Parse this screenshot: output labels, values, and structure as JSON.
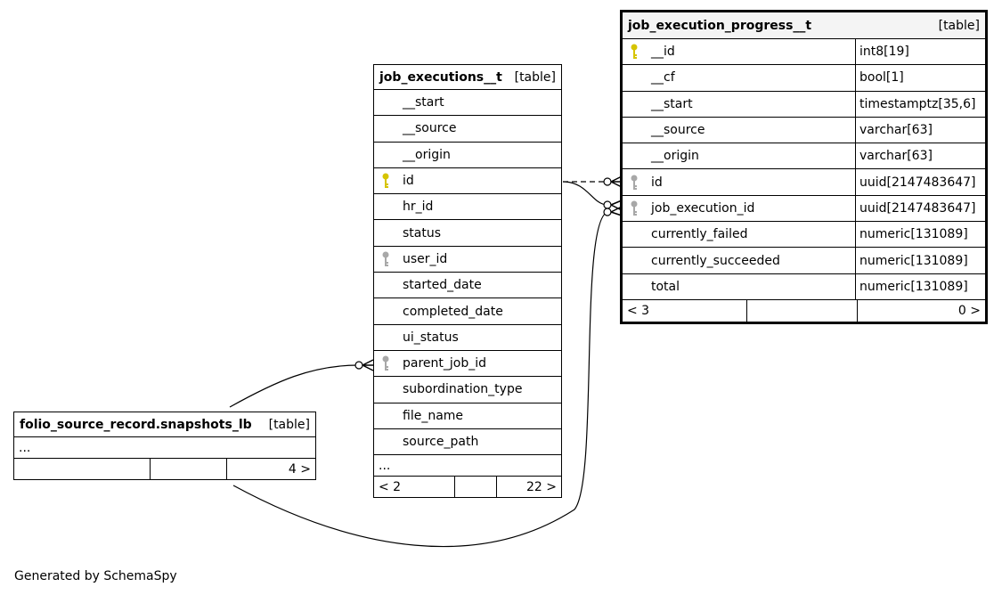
{
  "footer_text": "Generated by SchemaSpy",
  "key_colors": {
    "primary": "#d6c400",
    "foreign": "#a8a8a8"
  },
  "tables": {
    "job_executions": {
      "name": "job_executions__t",
      "kind": "[table]",
      "columns": [
        {
          "name": "__start",
          "key": "none"
        },
        {
          "name": "__source",
          "key": "none"
        },
        {
          "name": "__origin",
          "key": "none"
        },
        {
          "name": "id",
          "key": "primary"
        },
        {
          "name": "hr_id",
          "key": "none"
        },
        {
          "name": "status",
          "key": "none"
        },
        {
          "name": "user_id",
          "key": "foreign"
        },
        {
          "name": "started_date",
          "key": "none"
        },
        {
          "name": "completed_date",
          "key": "none"
        },
        {
          "name": "ui_status",
          "key": "none"
        },
        {
          "name": "parent_job_id",
          "key": "foreign"
        },
        {
          "name": "subordination_type",
          "key": "none"
        },
        {
          "name": "file_name",
          "key": "none"
        },
        {
          "name": "source_path",
          "key": "none"
        }
      ],
      "ellipsis": "...",
      "footer": {
        "left": "< 2",
        "middle": "",
        "right": "22 >"
      }
    },
    "job_execution_progress": {
      "name": "job_execution_progress__t",
      "kind": "[table]",
      "columns": [
        {
          "name": "__id",
          "type": "int8[19]",
          "key": "primary"
        },
        {
          "name": "__cf",
          "type": "bool[1]",
          "key": "none"
        },
        {
          "name": "__start",
          "type": "timestamptz[35,6]",
          "key": "none"
        },
        {
          "name": "__source",
          "type": "varchar[63]",
          "key": "none"
        },
        {
          "name": "__origin",
          "type": "varchar[63]",
          "key": "none"
        },
        {
          "name": "id",
          "type": "uuid[2147483647]",
          "key": "foreign"
        },
        {
          "name": "job_execution_id",
          "type": "uuid[2147483647]",
          "key": "foreign"
        },
        {
          "name": "currently_failed",
          "type": "numeric[131089]",
          "key": "none"
        },
        {
          "name": "currently_succeeded",
          "type": "numeric[131089]",
          "key": "none"
        },
        {
          "name": "total",
          "type": "numeric[131089]",
          "key": "none"
        }
      ],
      "footer": {
        "left": "< 3",
        "middle": "",
        "right": "0 >"
      }
    },
    "snapshots": {
      "name": "folio_source_record.snapshots_lb",
      "kind": "[table]",
      "ellipsis": "...",
      "footer": {
        "left": "",
        "middle": "",
        "right": "4 >"
      }
    }
  }
}
